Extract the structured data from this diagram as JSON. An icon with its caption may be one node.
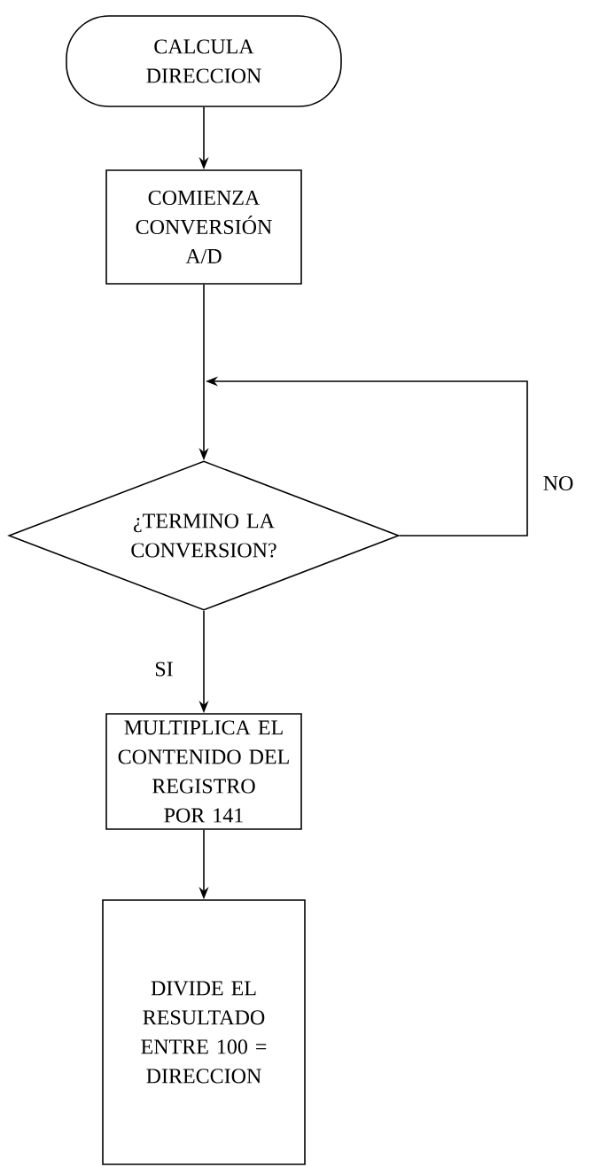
{
  "diagram": {
    "nodes": [
      {
        "text": [
          "CALCULA DIRECCION"
        ]
      },
      {
        "text": [
          "COMIENZA CONVERSIÓN A/D"
        ]
      },
      {
        "text": [
          "¿TERMINO LA CONVERSION?"
        ]
      },
      {
        "text": [
          "MULTIPLICA EL CONTENIDO DEL REGISTRO POR 141"
        ]
      },
      {
        "text": [
          "DIVIDE EL RESULTADO ENTRE 100 = DIRECCION"
        ]
      }
    ],
    "edges": [
      {
        "from": 0,
        "to": 1,
        "arrow": "to"
      },
      {
        "from": 1,
        "to": 2,
        "arrow": "to"
      },
      {
        "from": 2,
        "to": 2,
        "arrow": "to",
        "label": "NO"
      },
      {
        "from": 2,
        "to": 3,
        "arrow": "to",
        "label": "SI"
      },
      {
        "from": 3,
        "to": 4,
        "arrow": "to"
      }
    ]
  }
}
